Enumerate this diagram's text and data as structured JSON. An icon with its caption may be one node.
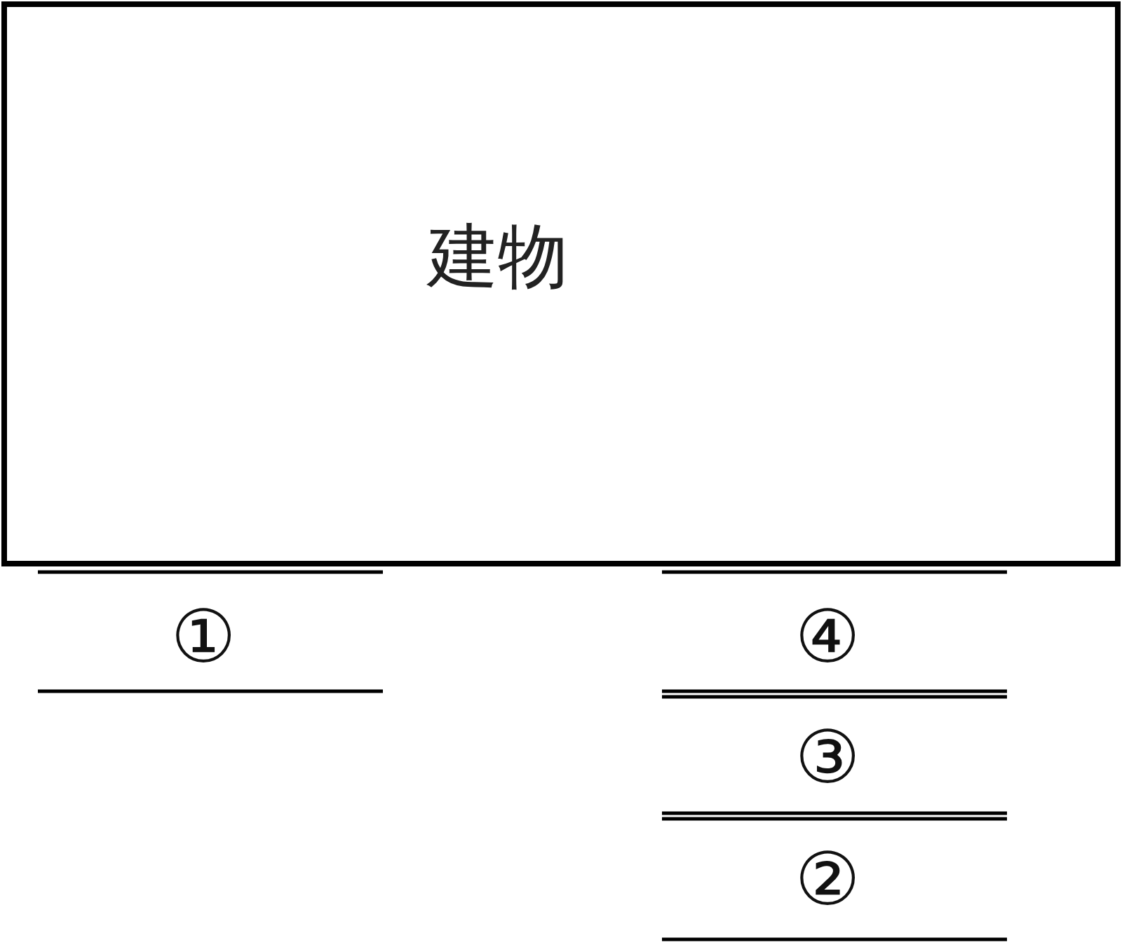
{
  "diagram": {
    "nodes": [
      {
        "text": [
          "建物"
        ]
      }
    ],
    "labels": [
      "①",
      "④",
      "③",
      "②"
    ]
  }
}
